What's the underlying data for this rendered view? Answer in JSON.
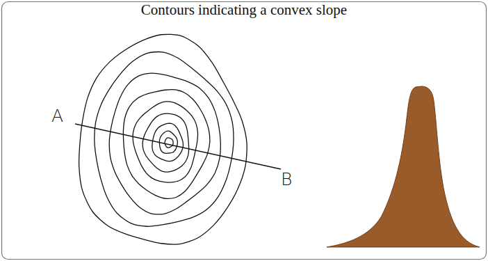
{
  "diagram": {
    "title": "Contours indicating a convex slope",
    "labels": [
      "A",
      "B"
    ]
  }
}
